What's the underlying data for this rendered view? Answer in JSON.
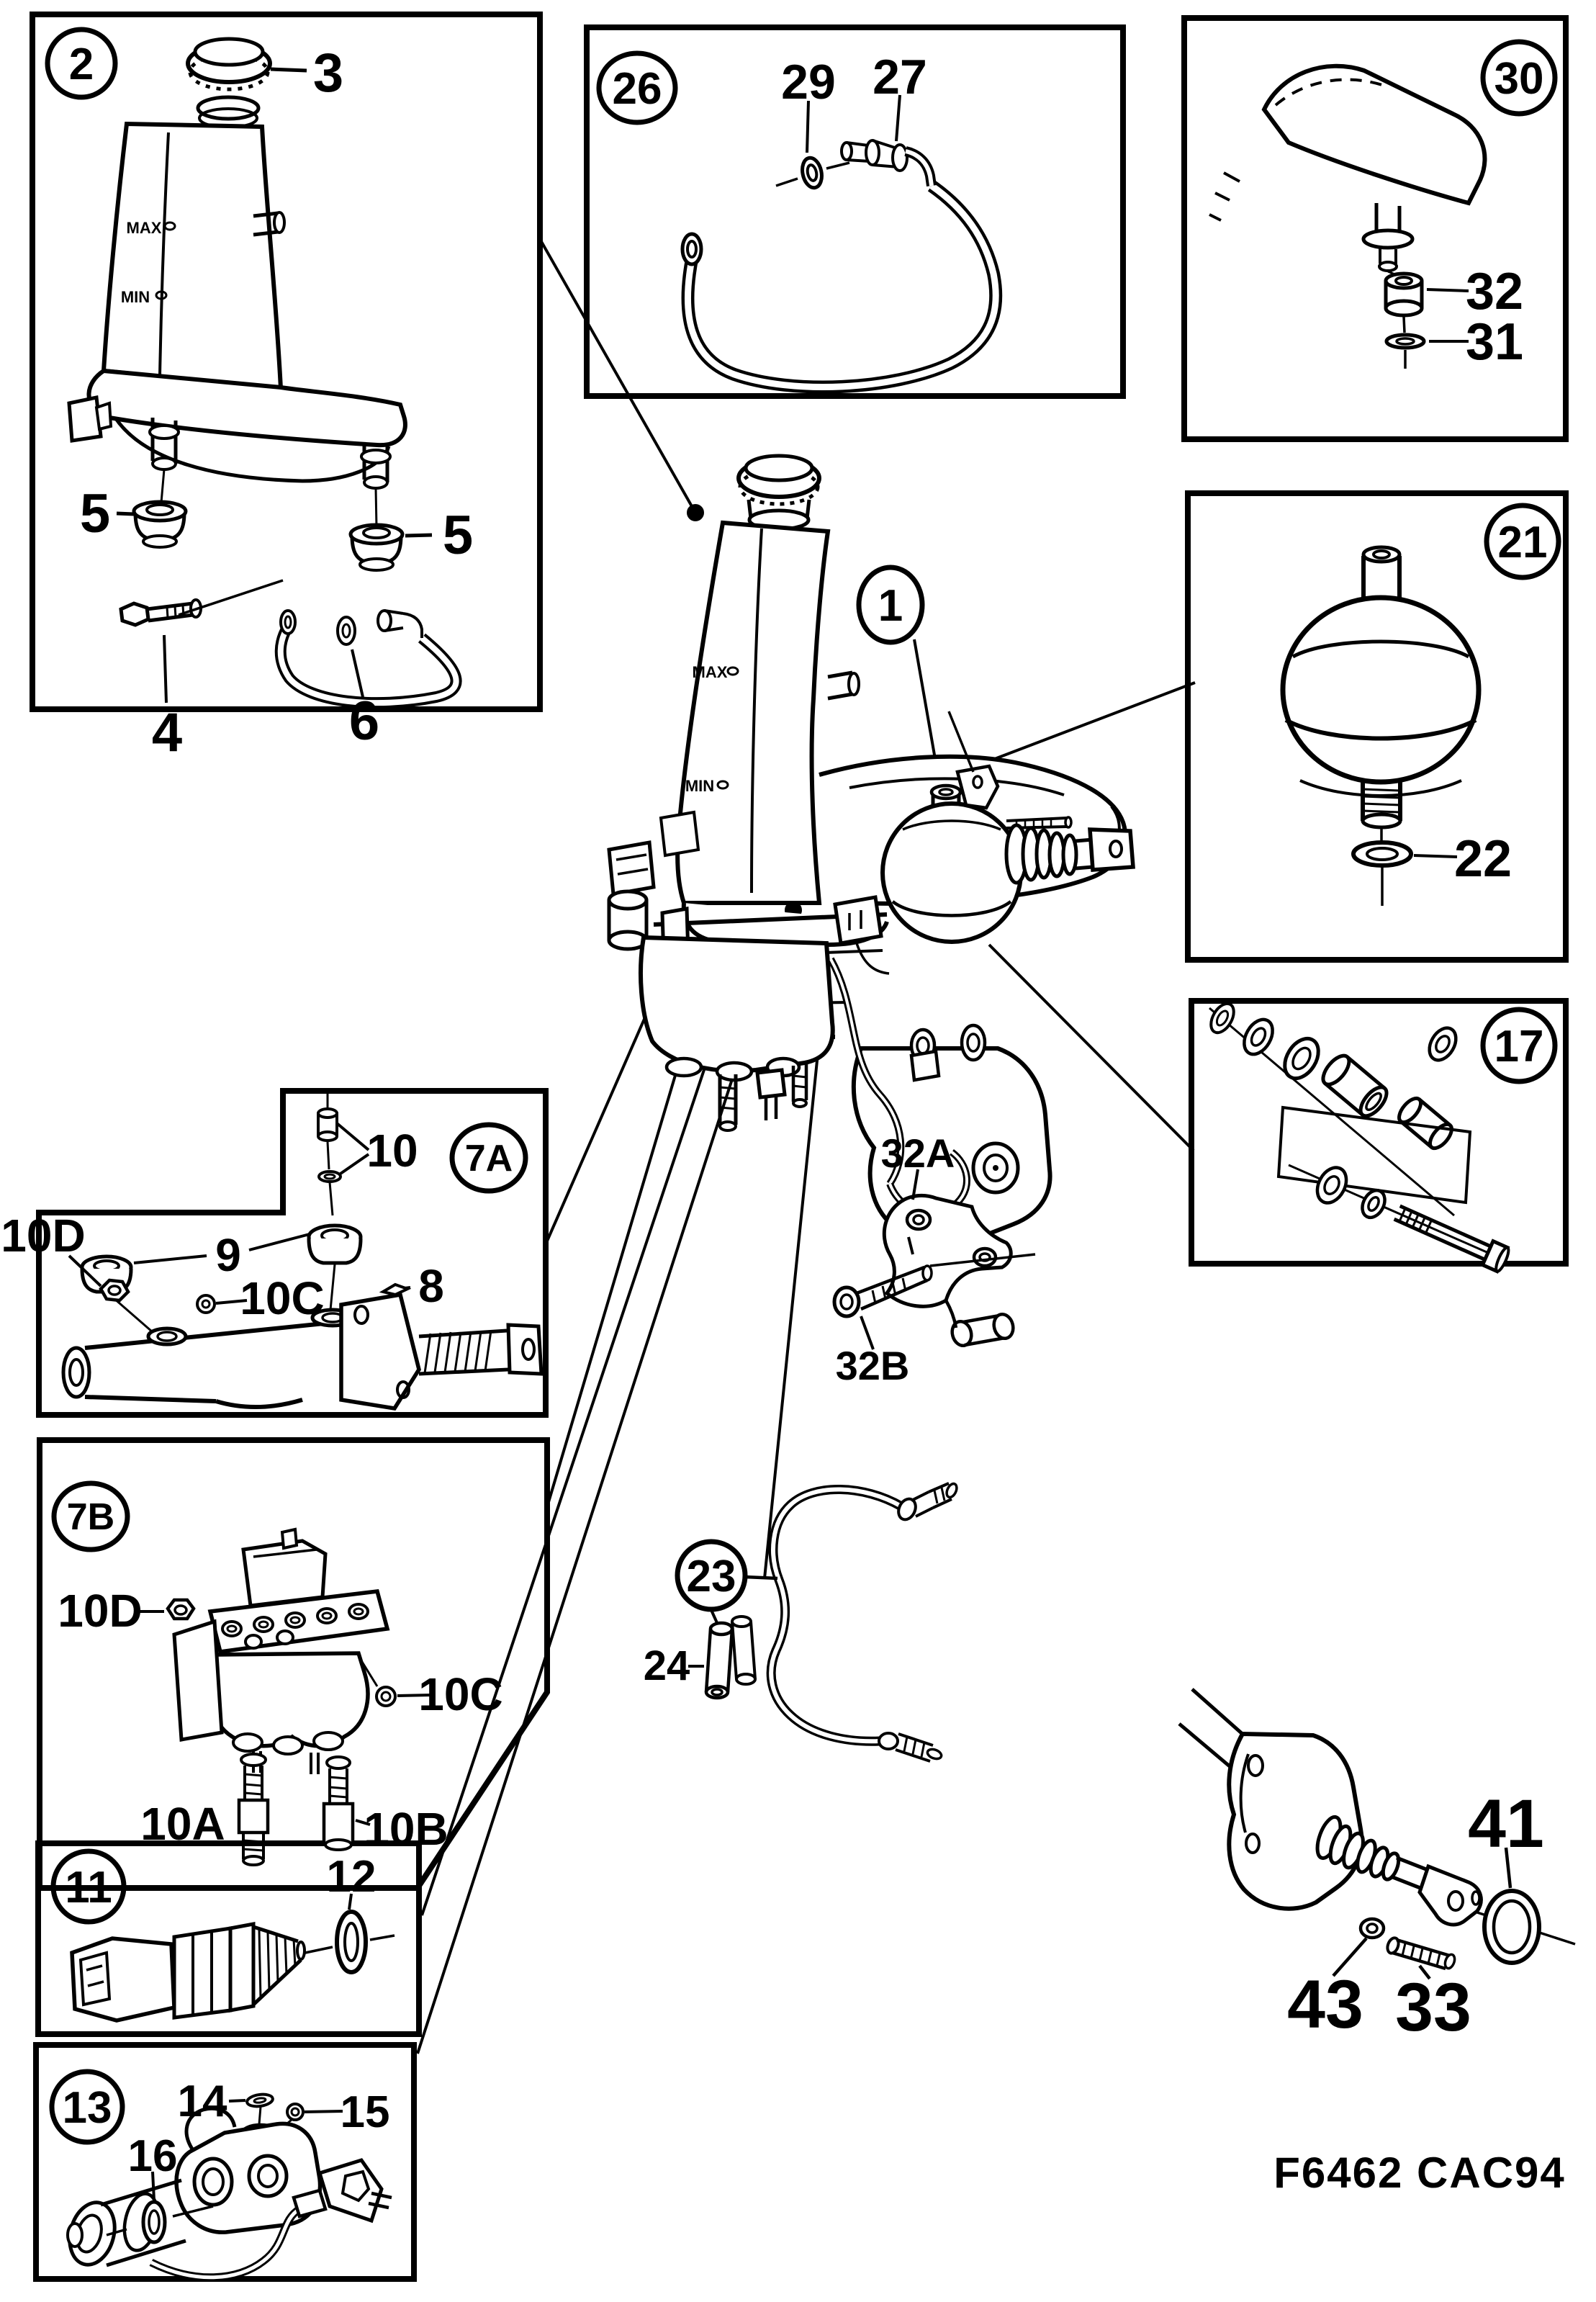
{
  "figure_code": "F6462 CAC94",
  "reservoir_markings": {
    "max": "MAX",
    "min": "MIN"
  },
  "main_assembly": {
    "callout": "1"
  },
  "panels": {
    "box2": {
      "callout": "2",
      "labels": {
        "cap": "3",
        "grommet_left": "5",
        "grommet_right": "5",
        "bolt": "4",
        "hose": "6"
      }
    },
    "box26": {
      "callout": "26",
      "labels": {
        "seal": "29",
        "connector": "27"
      }
    },
    "box30": {
      "callout": "30",
      "labels": {
        "spacer": "32",
        "seal": "31"
      }
    },
    "box21": {
      "callout": "21",
      "labels": {
        "seal": "22"
      }
    },
    "box17": {
      "callout": "17"
    },
    "box7a": {
      "callout": "7A",
      "labels": {
        "nut": "10D",
        "kit": "10",
        "cups": "9",
        "o_ring": "10C",
        "pin": "8"
      }
    },
    "box7b": {
      "callout": "7B",
      "labels": {
        "nut": "10D",
        "o_ring": "10C",
        "plug_left": "10A",
        "plug_right": "10B"
      }
    },
    "box11": {
      "callout": "11",
      "labels": {
        "o_ring": "12"
      }
    },
    "box13": {
      "callout": "13",
      "labels": {
        "seal": "14",
        "o_ring_small": "15",
        "o_ring_large": "16"
      }
    }
  },
  "loose_parts": {
    "bracket": "32A",
    "bolt": "32B",
    "pipe": "23",
    "sleeve": "24",
    "seal_ring": "41",
    "washer": "43",
    "stud": "33"
  },
  "colors": {
    "ink": "#000000",
    "paper": "#ffffff"
  }
}
